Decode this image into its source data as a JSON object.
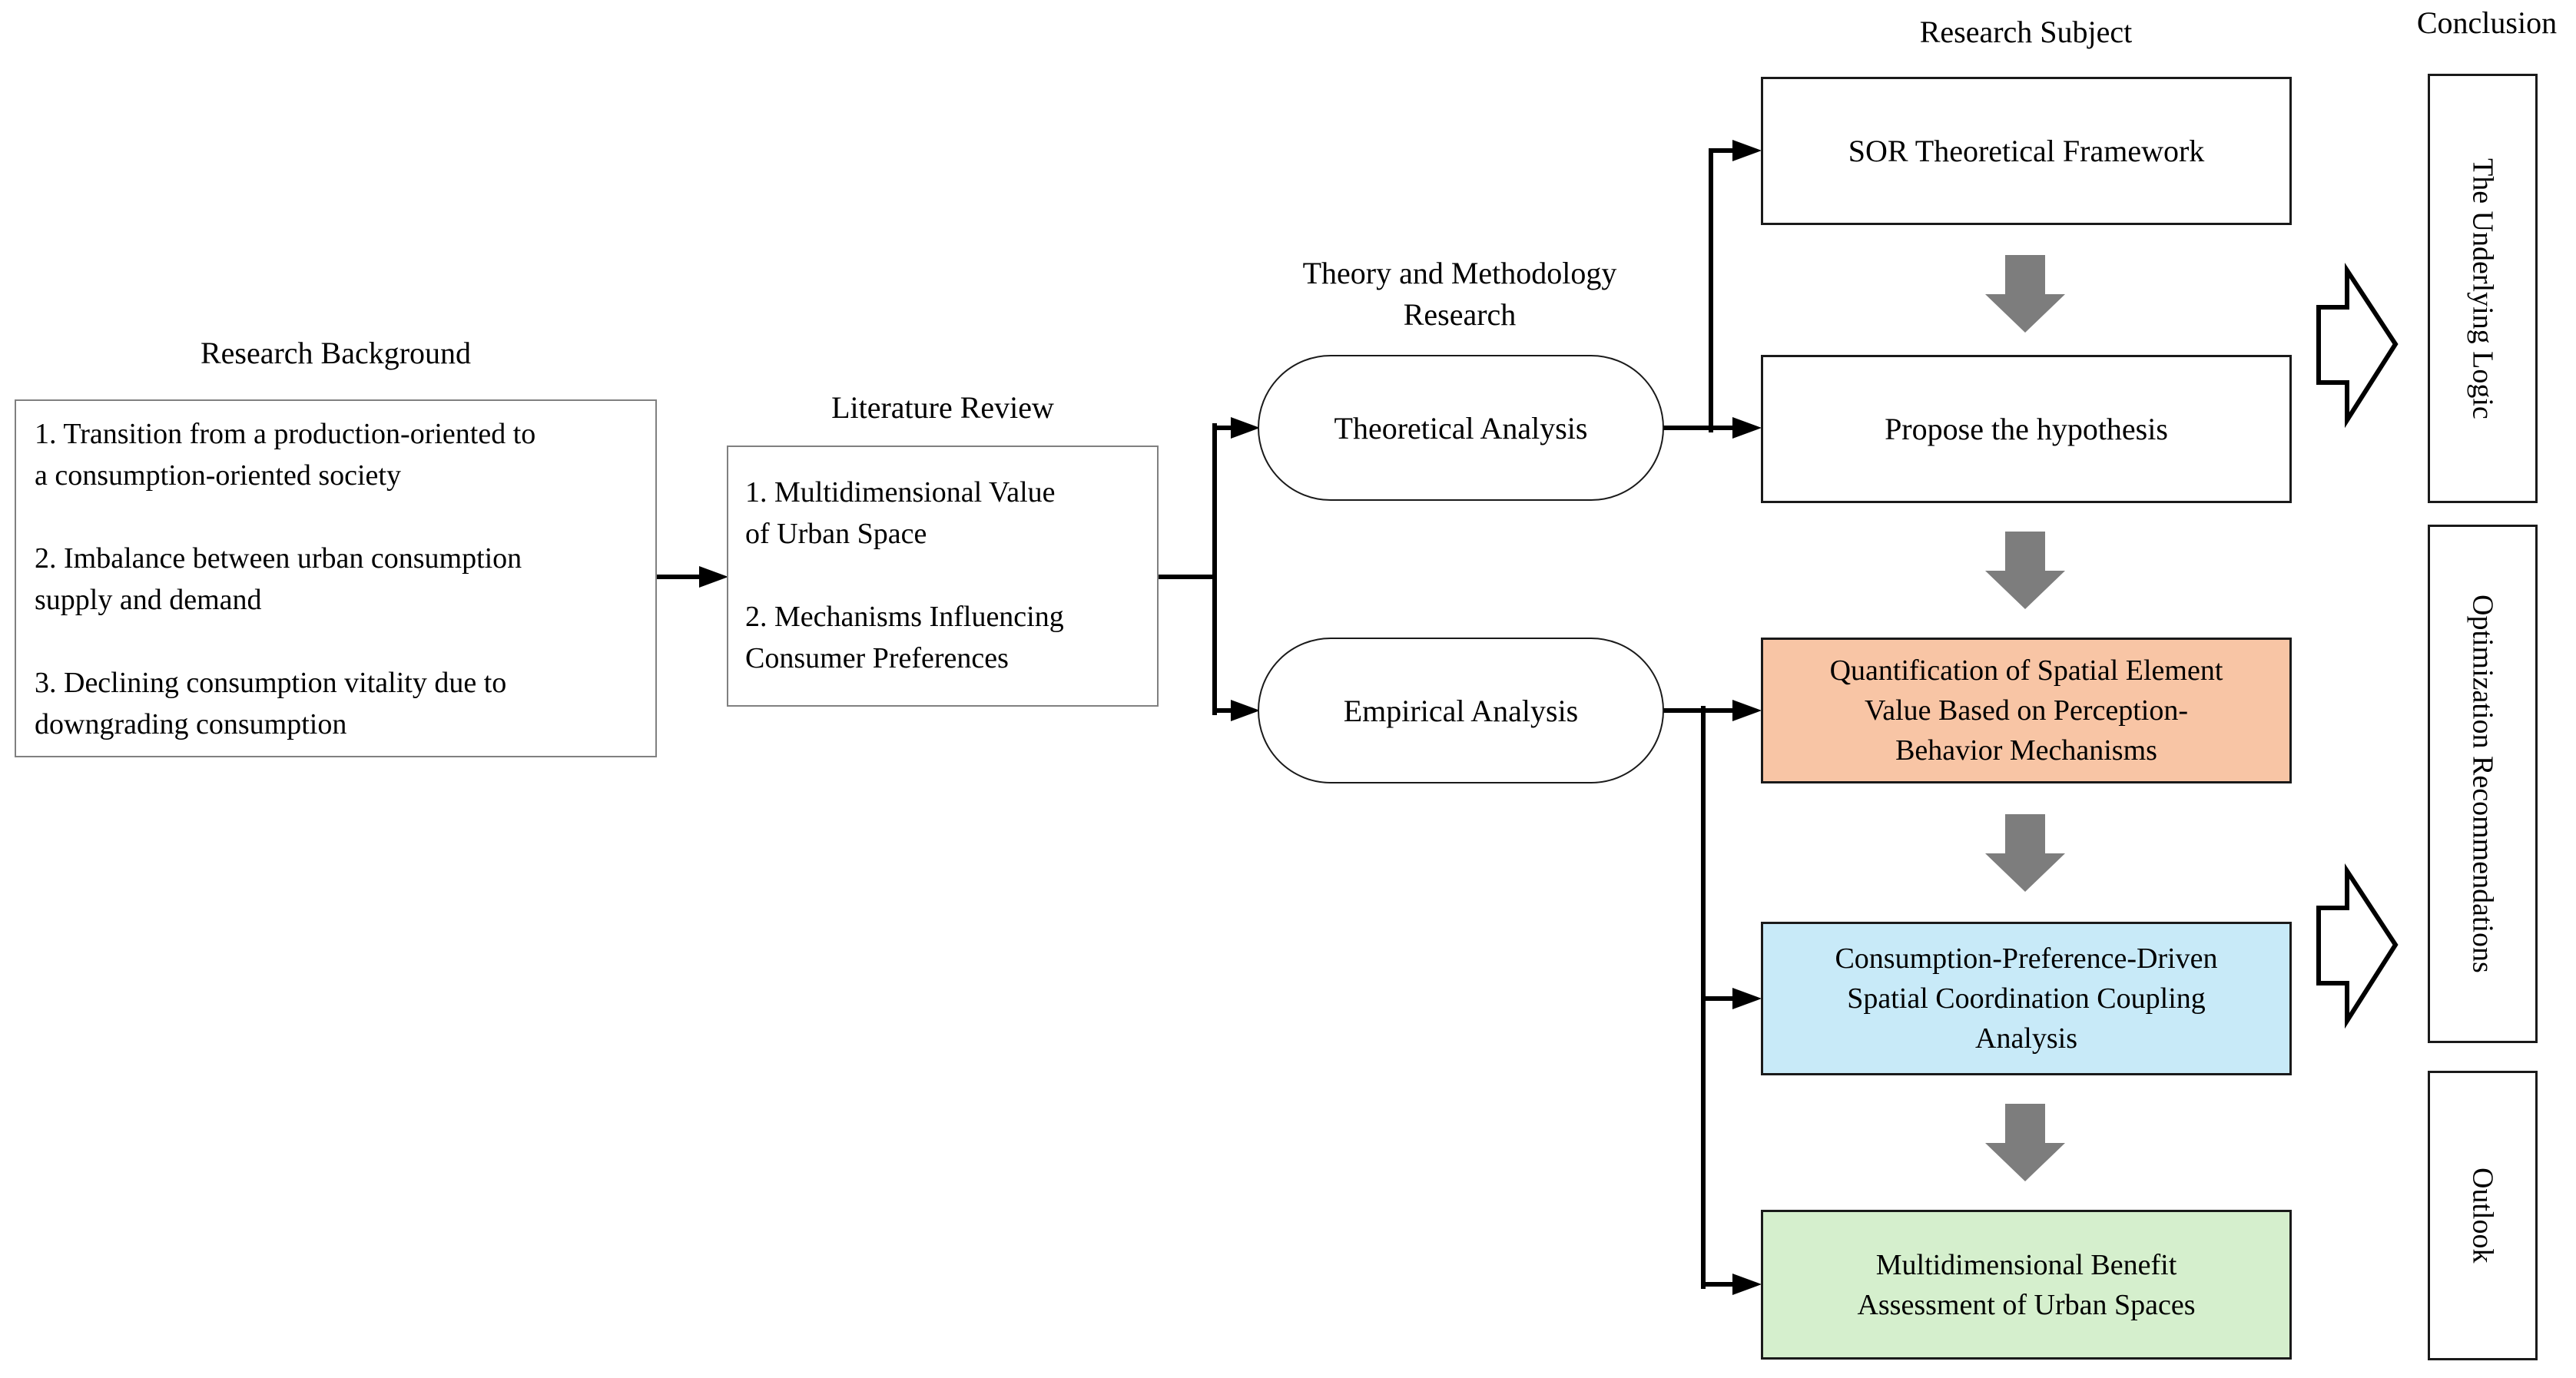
{
  "diagram": {
    "background": {
      "title": "Research Background",
      "items": [
        {
          "lines": [
            "1. Transition from a production-oriented to",
            "a consumption-oriented society"
          ]
        },
        {
          "lines": [
            "2. Imbalance between urban consumption",
            "supply and demand"
          ]
        },
        {
          "lines": [
            "3. Declining consumption vitality due to",
            "downgrading consumption"
          ]
        }
      ]
    },
    "literature": {
      "title": "Literature Review",
      "items": [
        {
          "lines": [
            "1. Multidimensional Value",
            "of Urban Space"
          ]
        },
        {
          "lines": [
            "2. Mechanisms Influencing",
            "Consumer Preferences"
          ]
        }
      ]
    },
    "theory": {
      "title_lines": [
        "Theory and Methodology",
        "Research"
      ],
      "nodes": [
        {
          "label": "Theoretical Analysis"
        },
        {
          "label": "Empirical Analysis"
        }
      ]
    },
    "research_subject": {
      "title": "Research Subject",
      "boxes": [
        {
          "lines": [
            "SOR Theoretical Framework"
          ],
          "fill": "#FFFFFF"
        },
        {
          "lines": [
            "Propose the hypothesis"
          ],
          "fill": "#FFFFFF"
        },
        {
          "lines": [
            "Quantification of Spatial Element",
            "Value Based on Perception-",
            "Behavior  Mechanisms"
          ],
          "fill": "#F8C5A5"
        },
        {
          "lines": [
            "Consumption-Preference-Driven",
            "Spatial Coordination Coupling",
            "Analysis"
          ],
          "fill": "#C8EAF8"
        },
        {
          "lines": [
            "Multidimensional Benefit",
            "Assessment of Urban Spaces"
          ],
          "fill": "#D5EFCD"
        }
      ]
    },
    "conclusion": {
      "title": "Conclusion",
      "boxes": [
        {
          "label": "The Underlying Logic"
        },
        {
          "label": "Optimization Recommendations"
        },
        {
          "label": "Outlook"
        }
      ]
    },
    "colors": {
      "arrow_gray": "#7D7D7D",
      "connector_black": "#000000",
      "panel_border_gray": "#808080",
      "box_border_dark": "#1A1A1A",
      "orange_fill": "#F8C5A5",
      "blue_fill": "#C8EAF8",
      "green_fill": "#D5EFCD"
    }
  }
}
